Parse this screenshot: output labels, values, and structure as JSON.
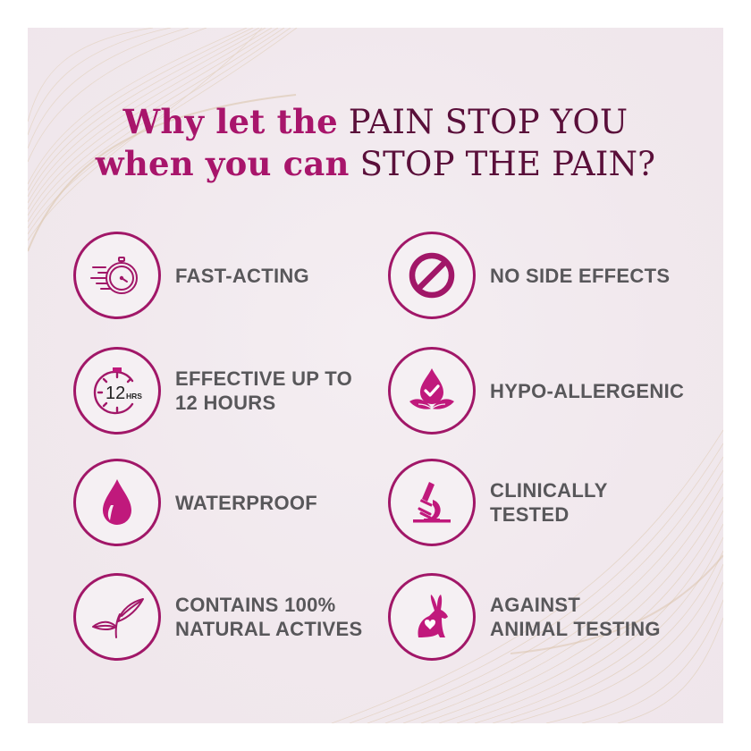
{
  "headline": {
    "line1": {
      "soft": "Why let the",
      "strong": "PAIN STOP YOU"
    },
    "line2": {
      "soft": "when you can",
      "strong": "STOP THE PAIN?"
    }
  },
  "colors": {
    "accent": "#a11768",
    "headline_soft": "#a8156b",
    "headline_strong": "#5a0f3a",
    "label_text": "#58575a",
    "panel_bg": "#f1e9ee",
    "wave_lines": "#e6d8c8"
  },
  "features": [
    {
      "icon": "stopwatch-fast-icon",
      "label": "FAST-ACTING"
    },
    {
      "icon": "no-entry-icon",
      "label": "NO SIDE EFFECTS"
    },
    {
      "icon": "timer-12-hrs-icon",
      "label": "EFFECTIVE UP TO\n12 HOURS",
      "icon_text": {
        "number": "12",
        "unit": "HRS"
      }
    },
    {
      "icon": "drop-check-leaves-icon",
      "label": "HYPO-ALLERGENIC"
    },
    {
      "icon": "water-drop-icon",
      "label": "WATERPROOF"
    },
    {
      "icon": "microscope-icon",
      "label": "CLINICALLY\nTESTED"
    },
    {
      "icon": "leaf-sprout-icon",
      "label": "CONTAINS 100%\nNATURAL ACTIVES"
    },
    {
      "icon": "rabbit-heart-icon",
      "label": "AGAINST\nANIMAL TESTING"
    }
  ]
}
